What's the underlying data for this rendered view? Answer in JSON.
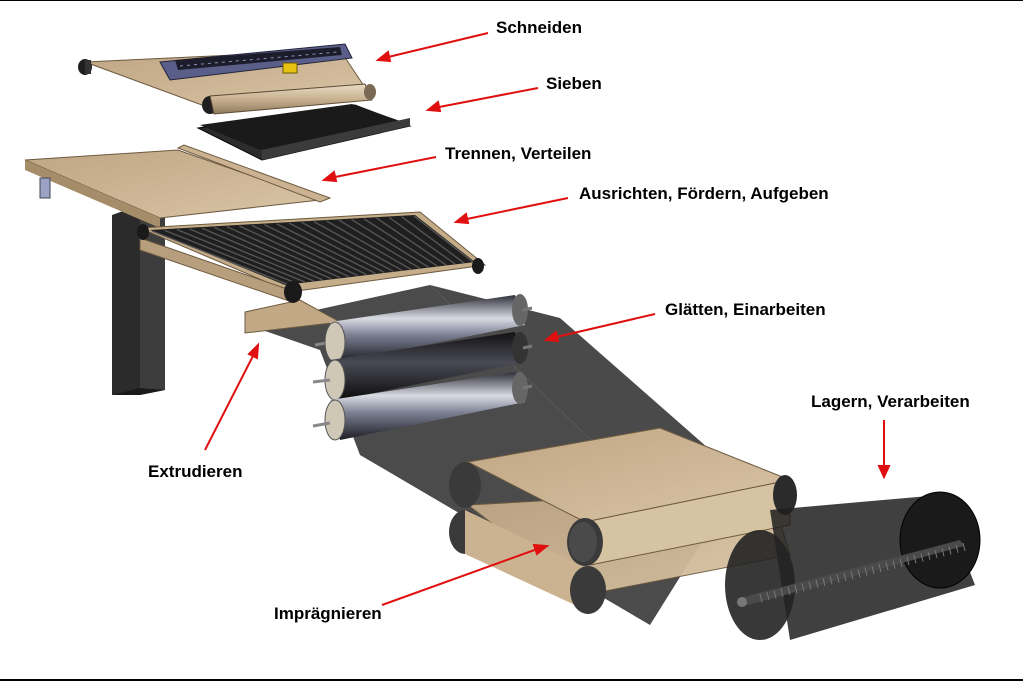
{
  "labels": {
    "schneiden": "Schneiden",
    "sieben": "Sieben",
    "trennen": "Trennen, Verteilen",
    "ausrichten": "Ausrichten, Fördern, Aufgeben",
    "glaetten": "Glätten, Einarbeiten",
    "lagern": "Lagern, Verarbeiten",
    "extrudieren": "Extrudieren",
    "impraegnieren": "Imprägnieren"
  },
  "colors": {
    "arrow": "#e01010",
    "belt": "#c8b08e",
    "belt_dark": "#8a7257",
    "dark": "#2a2a2a",
    "sheet": "#3a3a3a",
    "steel": "#9aa0b0",
    "frame_line": "#000000"
  }
}
